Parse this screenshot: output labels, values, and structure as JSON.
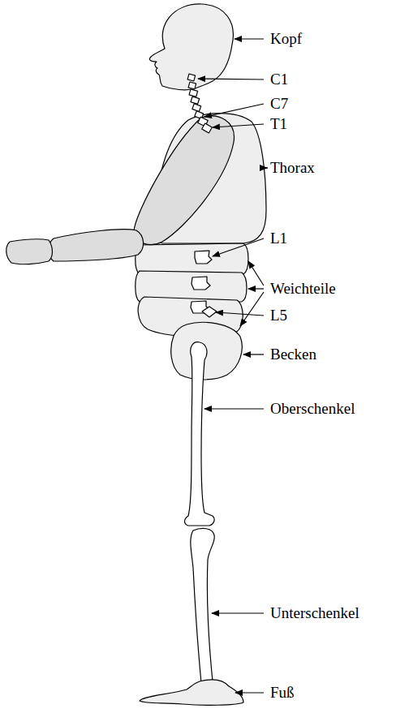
{
  "diagram": {
    "labels": [
      "Kopf",
      "C1",
      "C7",
      "T1",
      "Thorax",
      "L1",
      "Weichteile",
      "L5",
      "Becken",
      "Oberschenkel",
      "Unterschenkel",
      "Fuß"
    ]
  }
}
